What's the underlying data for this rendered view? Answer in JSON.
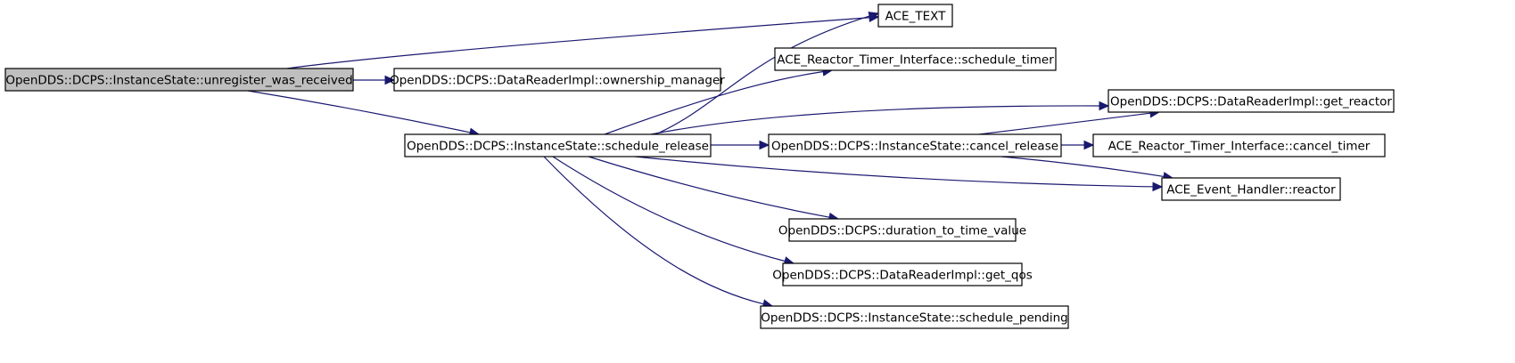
{
  "colors": {
    "edge": "#191970",
    "root_fill": "#bfbfbf",
    "node_fill": "#ffffff",
    "border": "#000000"
  },
  "nodes": [
    {
      "id": "unregister",
      "label": "OpenDDS::DCPS::InstanceState::unregister_was_received",
      "root": true
    },
    {
      "id": "ace_text",
      "label": "ACE_TEXT"
    },
    {
      "id": "ownership",
      "label": "OpenDDS::DCPS::DataReaderImpl::ownership_manager"
    },
    {
      "id": "sched_timer",
      "label": "ACE_Reactor_Timer_Interface::schedule_timer"
    },
    {
      "id": "sched_release",
      "label": "OpenDDS::DCPS::InstanceState::schedule_release"
    },
    {
      "id": "get_reactor",
      "label": "OpenDDS::DCPS::DataReaderImpl::get_reactor"
    },
    {
      "id": "cancel_release",
      "label": "OpenDDS::DCPS::InstanceState::cancel_release"
    },
    {
      "id": "cancel_timer",
      "label": "ACE_Reactor_Timer_Interface::cancel_timer"
    },
    {
      "id": "reactor",
      "label": "ACE_Event_Handler::reactor"
    },
    {
      "id": "duration",
      "label": "OpenDDS::DCPS::duration_to_time_value"
    },
    {
      "id": "get_qos",
      "label": "OpenDDS::DCPS::DataReaderImpl::get_qos"
    },
    {
      "id": "sched_pending",
      "label": "OpenDDS::DCPS::InstanceState::schedule_pending"
    }
  ],
  "edges": [
    {
      "from": "unregister",
      "to": "ace_text"
    },
    {
      "from": "unregister",
      "to": "ownership"
    },
    {
      "from": "unregister",
      "to": "sched_release"
    },
    {
      "from": "sched_release",
      "to": "ace_text"
    },
    {
      "from": "sched_release",
      "to": "sched_timer"
    },
    {
      "from": "sched_release",
      "to": "get_reactor"
    },
    {
      "from": "sched_release",
      "to": "cancel_release"
    },
    {
      "from": "sched_release",
      "to": "reactor"
    },
    {
      "from": "sched_release",
      "to": "duration"
    },
    {
      "from": "sched_release",
      "to": "get_qos"
    },
    {
      "from": "sched_release",
      "to": "sched_pending"
    },
    {
      "from": "cancel_release",
      "to": "get_reactor"
    },
    {
      "from": "cancel_release",
      "to": "cancel_timer"
    },
    {
      "from": "cancel_release",
      "to": "reactor"
    }
  ]
}
